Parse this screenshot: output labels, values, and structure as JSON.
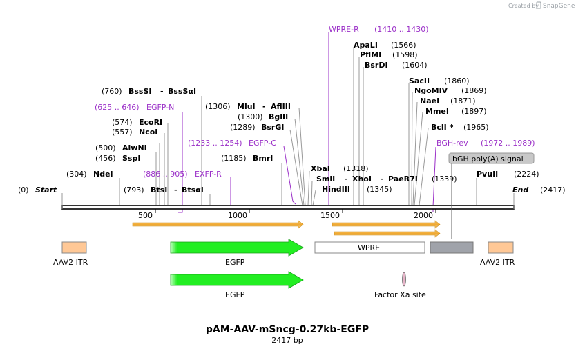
{
  "credit": {
    "prefix": "Created by",
    "brand": "SnapGene"
  },
  "title": "pAM-AAV-mSncg-0.27kb-EGFP",
  "subtitle": "2417 bp",
  "length": 2417,
  "backbone": {
    "start": {
      "pos": "(0)",
      "label": "Start"
    },
    "end": {
      "label": "End",
      "pos": "(2417)"
    }
  },
  "ticks": [
    "500",
    "1000",
    "1500",
    "2000"
  ],
  "sites": [
    {
      "pos": "(304)",
      "name": "NdeI"
    },
    {
      "pos": "(456)",
      "name": "SspI"
    },
    {
      "pos": "(500)",
      "name": "AlwNI"
    },
    {
      "pos": "(557)",
      "name": "NcoI"
    },
    {
      "pos": "(574)",
      "name": "EcoRI"
    },
    {
      "pos": "(760)",
      "name": "BssSI",
      "name2": "BssSαI"
    },
    {
      "pos": "(793)",
      "name": "BtsI",
      "name2": "BtsαI"
    },
    {
      "pos": "(1185)",
      "name": "BmrI"
    },
    {
      "pos": "(1289)",
      "name": "BsrGI"
    },
    {
      "pos": "(1300)",
      "name": "BglII"
    },
    {
      "pos": "(1306)",
      "name": "MluI",
      "name2": "AflIII"
    },
    {
      "pos": "(1318)",
      "name": "XbaI"
    },
    {
      "name": "SmlI",
      "name2": "XhoI",
      "name3": "PaeR7I",
      "pos": "(1339)"
    },
    {
      "name": "HindIII",
      "pos": "(1345)"
    },
    {
      "name": "ApaLI",
      "pos": "(1566)"
    },
    {
      "name": "PflMI",
      "pos": "(1598)"
    },
    {
      "name": "BsrDI",
      "pos": "(1604)"
    },
    {
      "name": "SacII",
      "pos": "(1860)"
    },
    {
      "name": "NgoMIV",
      "pos": "(1869)"
    },
    {
      "name": "NaeI",
      "pos": "(1871)"
    },
    {
      "name": "MmeI",
      "pos": "(1897)"
    },
    {
      "name": "BclI *",
      "pos": "(1965)"
    },
    {
      "name": "PvuII",
      "pos": "(2224)"
    }
  ],
  "primers": [
    {
      "name": "EGFP-N",
      "range": "(625 .. 646)"
    },
    {
      "name": "EXFP-R",
      "range": "(886 .. 905)"
    },
    {
      "name": "EGFP-C",
      "range": "(1233 .. 1254)"
    },
    {
      "name": "WPRE-R",
      "range": "(1410 .. 1430)"
    },
    {
      "name": "BGH-rev",
      "range": "(1972 .. 1989)"
    }
  ],
  "features": [
    {
      "name": "AAV2 ITR"
    },
    {
      "name": "EGFP"
    },
    {
      "name": "WPRE"
    },
    {
      "name": "bGH poly(A) signal"
    },
    {
      "name": "AAV2 ITR"
    },
    {
      "name": "EGFP"
    },
    {
      "name": "Factor Xa site"
    }
  ],
  "colors": {
    "primer": "#9b30c8",
    "egfp": "#22ee22",
    "itr": "#ffc896",
    "polyA": "#a0a3aa",
    "orf": "#f0a830"
  }
}
